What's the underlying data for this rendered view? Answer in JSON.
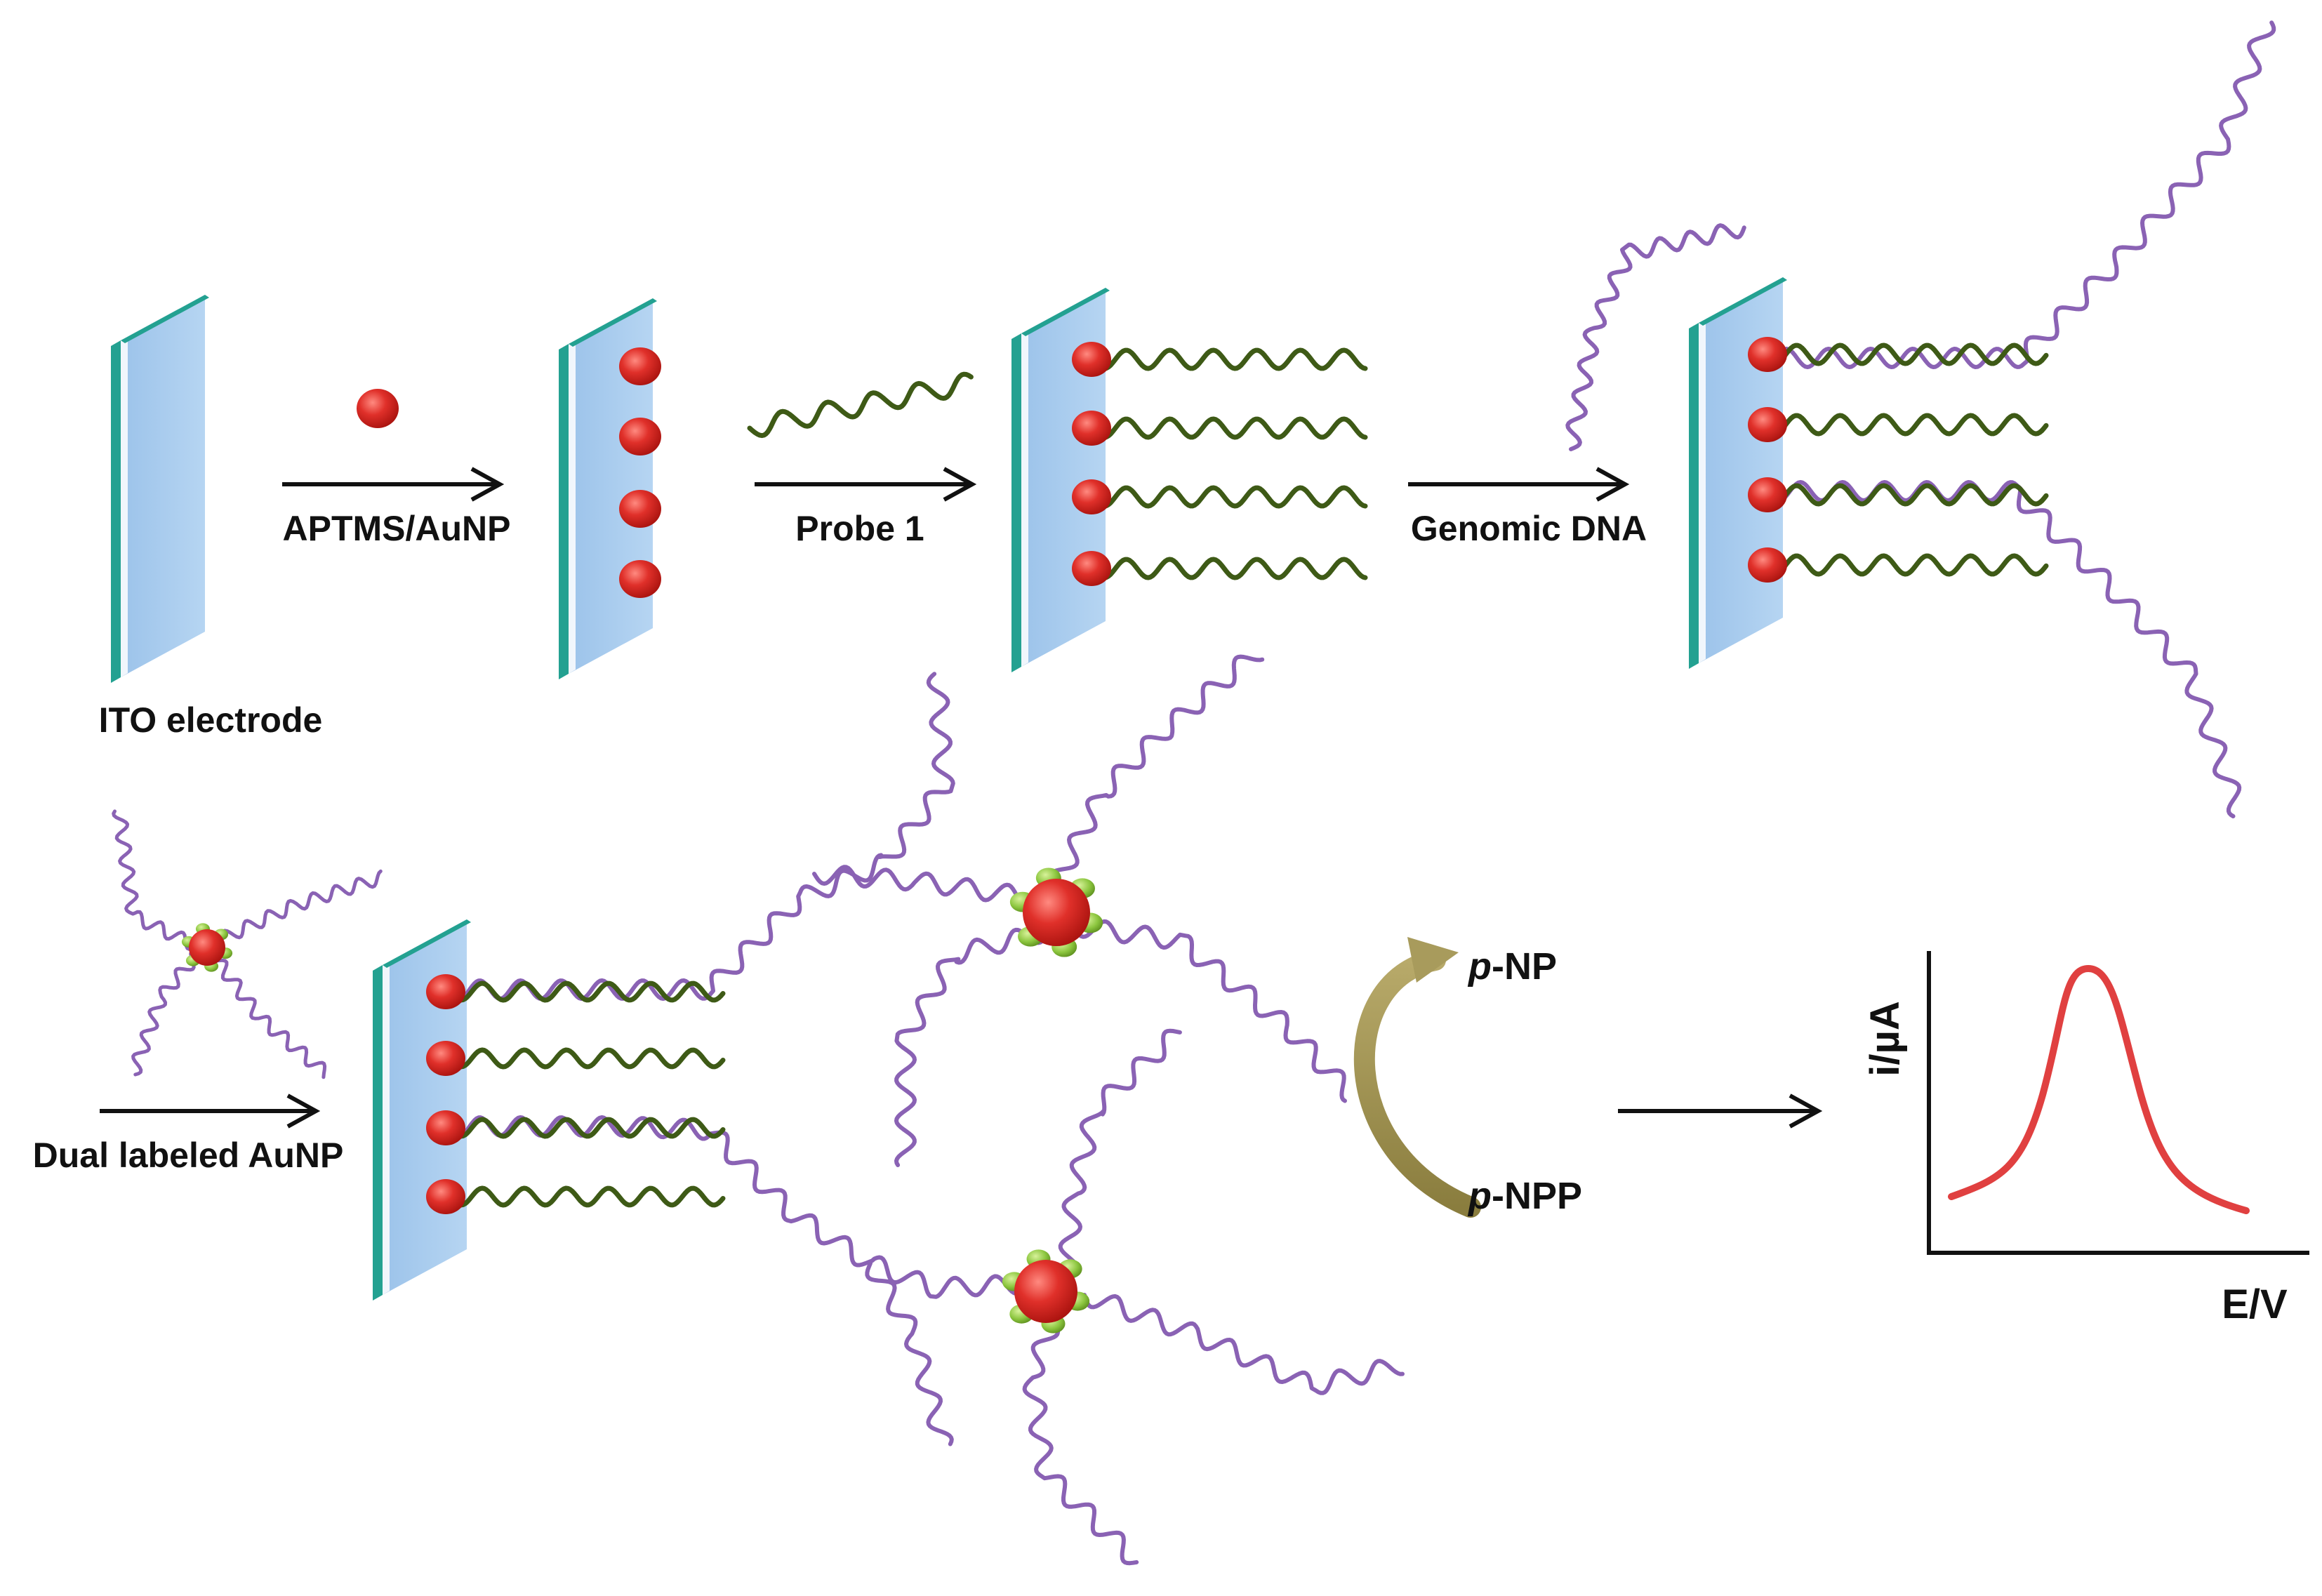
{
  "labels": {
    "ito_electrode": "ITO electrode",
    "aptms_aunp": "APTMS/AuNP",
    "probe1": "Probe 1",
    "genomic_dna": "Genomic DNA",
    "dual_labeled": "Dual labeled AuNP",
    "pnp_prefix": "p",
    "pnp_suffix": "-NP",
    "pnpp_prefix": "p",
    "pnpp_suffix": "-NPP",
    "y_axis": "i/µA",
    "x_axis": "E/V"
  },
  "colors": {
    "electrode_face": "#a9cdee",
    "electrode_edge": "#23a191",
    "gold_nanoparticle": "#e0302a",
    "probe_strand": "#3e5a16",
    "genomic_strand": "#8a62b4",
    "enzyme_label": "#8cc63f",
    "reaction_arrow": "#a39657",
    "peak_curve": "#e04040",
    "arrow": "#111111"
  },
  "icons": {
    "electrode": "ito-electrode-slab-icon",
    "nanoparticle": "gold-nanoparticle-icon",
    "probe": "probe-dna-strand-icon",
    "genomic": "genomic-dna-strand-icon",
    "dual_label": "dual-labeled-aunp-icon",
    "reaction": "curved-reaction-arrow-icon",
    "voltammogram": "voltammogram-peak-icon"
  }
}
